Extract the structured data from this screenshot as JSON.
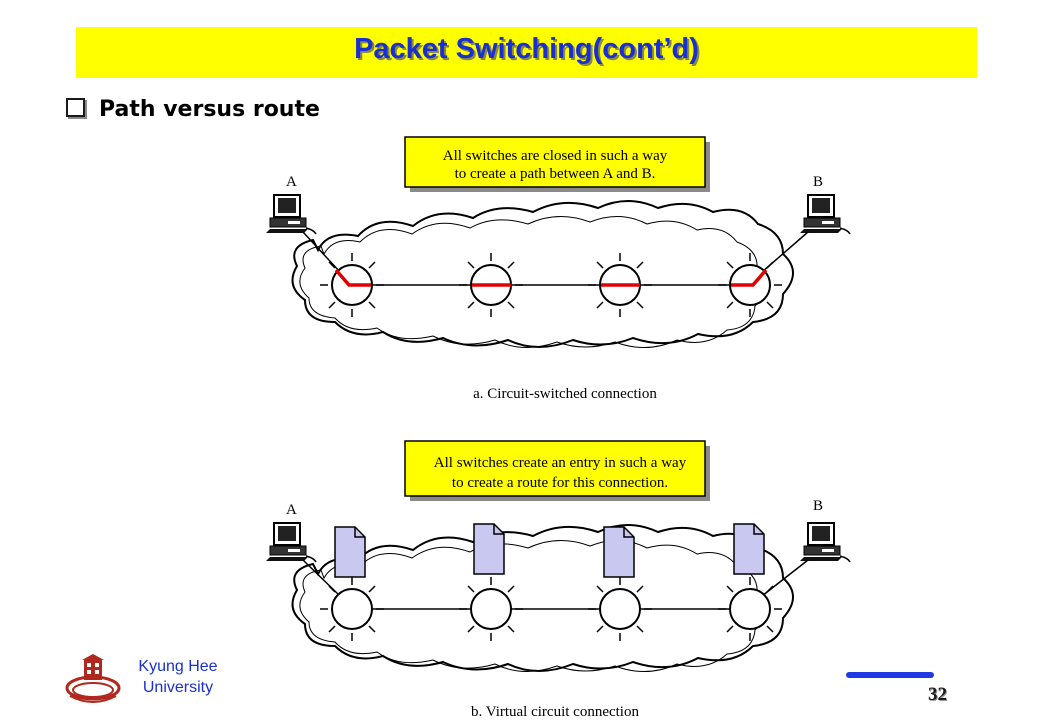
{
  "slide": {
    "title": "Packet Switching(cont’d)",
    "bullet": "Path versus route",
    "page_number": "32",
    "university": {
      "line1": "Kyung Hee",
      "line2": "University"
    }
  },
  "diagram_a": {
    "callout": [
      "All switches are closed in such a way",
      "to create a path between A and B."
    ],
    "label_a": "A",
    "label_b": "B",
    "caption": "a. Circuit-switched connection"
  },
  "diagram_b": {
    "callout": [
      "All switches create an entry in such a way",
      "to create a route for this connection."
    ],
    "label_a": "A",
    "label_b": "B",
    "caption": "b. Virtual circuit connection"
  },
  "colors": {
    "title_bg": "#ffff00",
    "title_text": "#1a2fd0",
    "callout_bg": "#ffff00",
    "path_red": "#e00000",
    "table_fill": "#c8c8f0",
    "accent_blue": "#1f3ae0"
  }
}
